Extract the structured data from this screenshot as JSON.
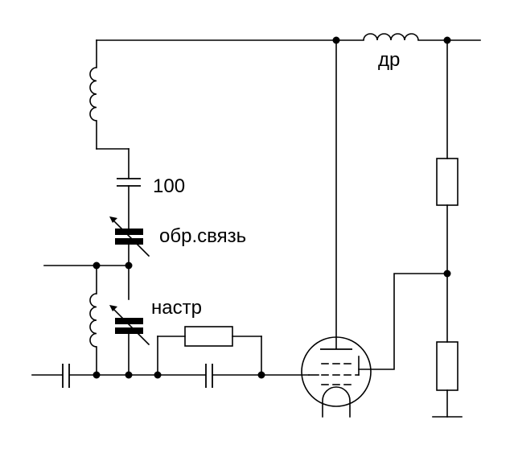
{
  "labels": {
    "choke": "др",
    "capacitor_value": "100",
    "feedback_capacitor": "обр.связь",
    "tuning_capacitor": "настр"
  },
  "colors": {
    "line": "#000000",
    "background": "#ffffff"
  }
}
